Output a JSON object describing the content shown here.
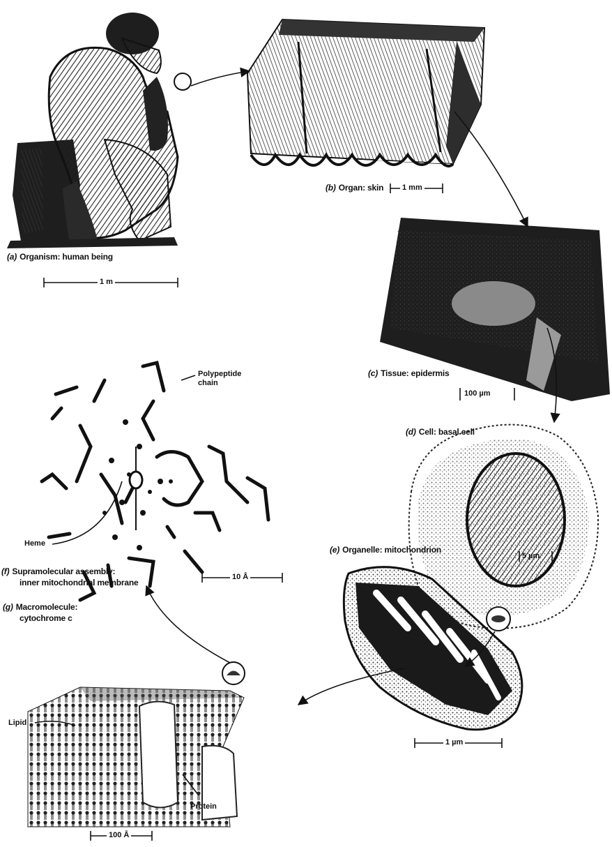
{
  "panels": {
    "a": {
      "tag": "(a)",
      "text": "Organism: human being",
      "scale": "1 m"
    },
    "b": {
      "tag": "(b)",
      "text": "Organ: skin",
      "scale": "1 mm"
    },
    "c": {
      "tag": "(c)",
      "text": "Tissue: epidermis",
      "scale": "100 µm"
    },
    "d": {
      "tag": "(d)",
      "text": "Cell: basal cell",
      "scale": "5 µm"
    },
    "e": {
      "tag": "(e)",
      "text": "Organelle: mitochondrion",
      "scale": "1 µm"
    },
    "f": {
      "tag": "(f)",
      "line1": "Supramolecular assembly:",
      "line2": "inner mitochondrial membrane",
      "scale": "100 Å",
      "callout_lipid": "Lipid",
      "callout_protein": "Protein"
    },
    "g": {
      "tag": "(g)",
      "line1": "Macromolecule:",
      "line2": "cytochrome c",
      "scale": "10 Å",
      "callout_chain_1": "Polypeptide",
      "callout_chain_2": "chain",
      "callout_heme": "Heme"
    }
  },
  "colors": {
    "ink": "#111111",
    "dark": "#1e1e1e",
    "mid": "#6a6a6a",
    "light": "#bdbdbd",
    "paper": "#ffffff"
  }
}
